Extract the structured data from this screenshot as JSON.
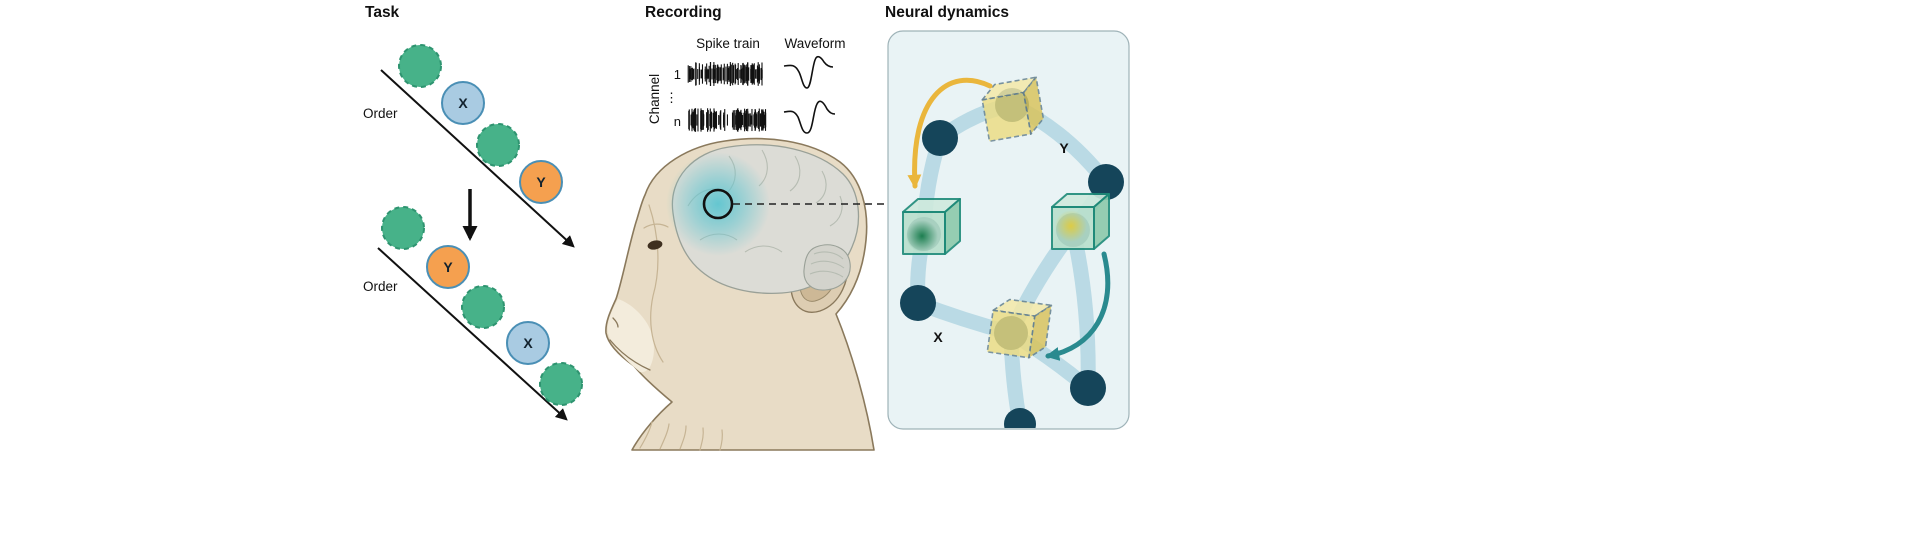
{
  "task": {
    "title": "Task",
    "order_label": "Order",
    "item_x": "X",
    "item_y": "Y"
  },
  "recording": {
    "title": "Recording",
    "spike_train_label": "Spike train",
    "waveform_label": "Waveform",
    "channel_label": "Channel",
    "channel_first": "1",
    "channel_ellipsis": "⋮",
    "channel_last": "n"
  },
  "neural": {
    "title": "Neural dynamics",
    "label_y": "Y",
    "label_x": "X"
  },
  "palette": {
    "circle_green": "#47b289",
    "circle_blue": "#a9cbe2",
    "circle_orange": "#f5a04f",
    "circle_stroke_blue": "#4a8fb5",
    "node_dark_teal": "#15455a",
    "edge_light_blue": "#b5d8e3",
    "cube_yellow": "#ecdc82",
    "cube_green": "#a8d9be",
    "arrow_yellow": "#eab63c",
    "arrow_teal": "#2a8a8f",
    "panel_bg": "#e9f3f5",
    "monkey_tan": "#e8dcc6",
    "brain_gray": "#dcdcd6",
    "glow_teal": "#5ec5d0"
  }
}
